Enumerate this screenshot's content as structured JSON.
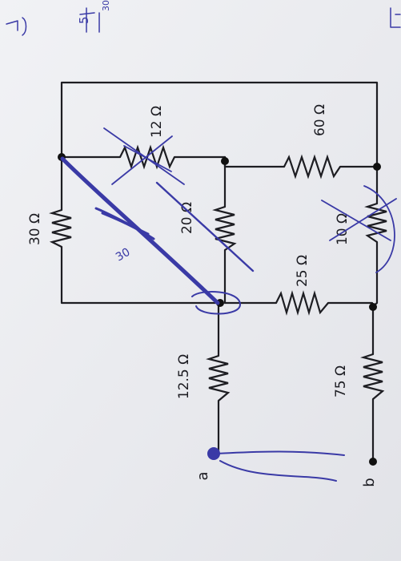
{
  "labels": {
    "r30": "30 Ω",
    "r12": "12 Ω",
    "r60": "60 Ω",
    "r20": "20 Ω",
    "r25": "25 Ω",
    "r10": "10 Ω",
    "r125": "12.5 Ω",
    "r75": "75 Ω",
    "term_a": "a",
    "term_b": "b"
  },
  "annotations": {
    "note_mid": "30",
    "note_topright": "5",
    "note_margin": "30"
  },
  "colors": {
    "wire": "#1d1d22",
    "ink": "#3a3aa6",
    "paper": "#ecedf1"
  }
}
